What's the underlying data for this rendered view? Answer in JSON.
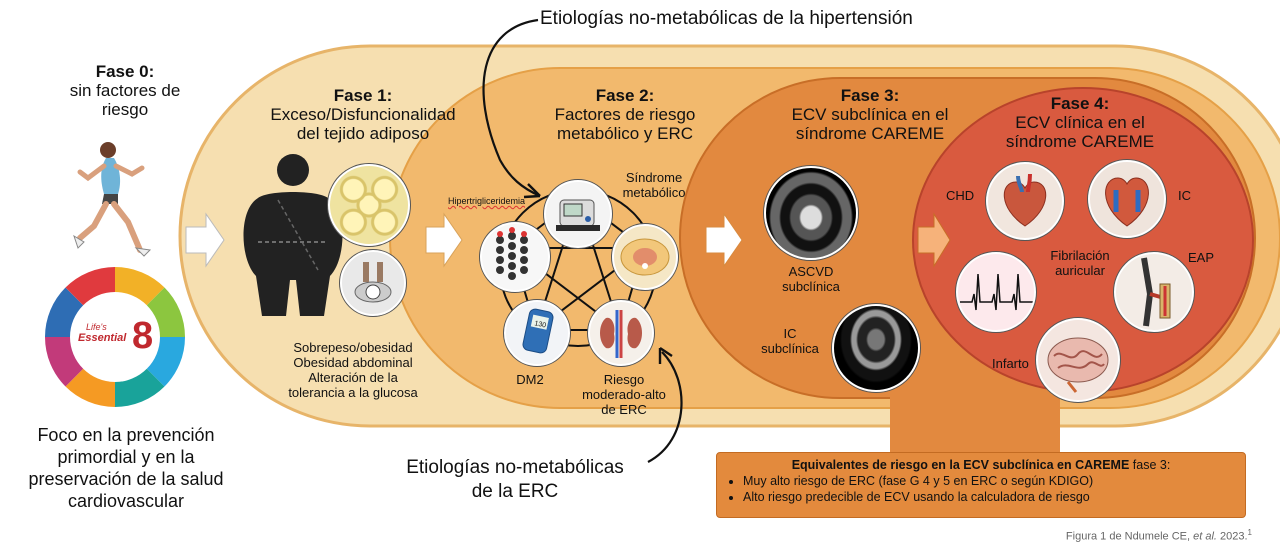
{
  "top_annotation": "Etiologías no-metabólicas de la hipertensión",
  "bottom_annotation_line1": "Etiologías no-metabólicas",
  "bottom_annotation_line2": "de la ERC",
  "phase0": {
    "title": "Fase 0:",
    "sub1": "sin factores de",
    "sub2": "riesgo",
    "logo_line1": "Life's",
    "logo_line2": "Essential",
    "logo_number": "8",
    "focus1": "Foco en la prevención",
    "focus2": "primordial y en la",
    "focus3": "preservación de la salud",
    "focus4": "cardiovascular"
  },
  "phase1": {
    "title": "Fase 1:",
    "sub1": "Exceso/Disfuncionalidad",
    "sub2": "del tejido adiposo",
    "items": [
      "Sobrepeso/obesidad",
      "Obesidad abdominal",
      "Alteración de la",
      "tolerancia a la glucosa"
    ]
  },
  "phase2": {
    "title": "Fase 2:",
    "sub1": "Factores de riesgo",
    "sub2": "metabólico y ERC",
    "hypertrig": "Hipertrigliceridemia",
    "syndrome1": "Síndrome",
    "syndrome2": "metabólico",
    "dm2": "DM2",
    "risk1": "Riesgo",
    "risk2": "moderado-alto",
    "risk3": "de ERC",
    "glucometer": "130"
  },
  "phase3": {
    "title": "Fase 3:",
    "sub1": "ECV subclínica en el",
    "sub2": "síndrome CAREME",
    "ascvd1": "ASCVD",
    "ascvd2": "subclínica",
    "ic1": "IC",
    "ic2": "subclínica"
  },
  "phase4": {
    "title": "Fase 4:",
    "sub1": "ECV clínica en el",
    "sub2": "síndrome CAREME",
    "chd": "CHD",
    "ic": "IC",
    "fib1": "Fibrilación",
    "fib2": "auricular",
    "eap": "EAP",
    "infarto": "Infarto"
  },
  "note": {
    "bold": "Equivalentes de riesgo en la ECV subclínica en CAREME",
    "rest": " fase 3:",
    "bullet1": "Muy alto riesgo de ERC (fase G 4 y 5 en ERC o según KDIGO)",
    "bullet2": "Alto riesgo predecible de ECV usando la calculadora de riesgo"
  },
  "caption": {
    "prefix": "Figura 1 de Ndumele CE, ",
    "italic": "et al.",
    "suffix": " 2023.",
    "sup": "1"
  },
  "colors": {
    "phase1": "#f6dfb0",
    "phase2": "#f2b96d",
    "phase3": "#e2893f",
    "phase4": "#d95a3f",
    "outline": "#e7b469"
  }
}
